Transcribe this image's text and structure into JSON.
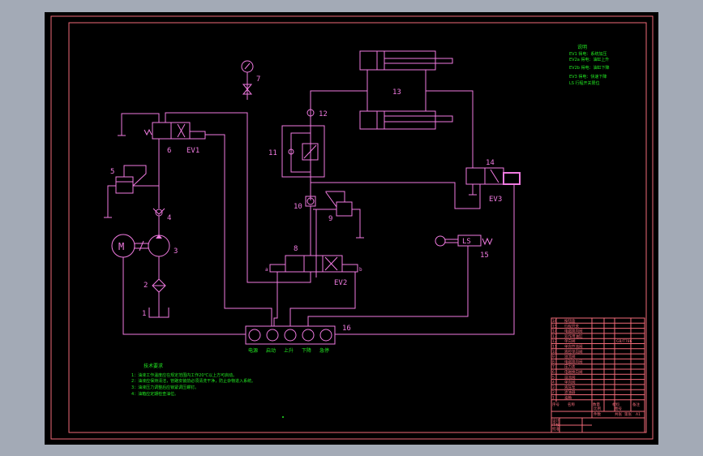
{
  "components": {
    "c1": "1",
    "c2": "2",
    "c3": "3",
    "c4": "4",
    "c5": "5",
    "c6": "6",
    "c7": "7",
    "c8": "8",
    "c9": "9",
    "c10": "10",
    "c11": "11",
    "c12": "12",
    "c13": "13",
    "c14": "14",
    "c15": "15",
    "c16": "16",
    "ev1": "EV1",
    "ev2": "EV2",
    "ev3": "EV3",
    "ls": "LS",
    "motor": "M",
    "port_a": "a",
    "port_b": "b"
  },
  "buttons": [
    "电源",
    "启动",
    "上升",
    "下降",
    "急停"
  ],
  "legend_top": {
    "title": "说明",
    "lines": [
      "EV1 得电：系统加压",
      "EV2a 得电：油缸上升",
      "EV2b 得电：油缸下降",
      "EV3 得电：快速下降",
      "LS 行程开关限位"
    ]
  },
  "notes": {
    "title": "技术要求",
    "lines": [
      "1：油液工作温度应在规定范围内工作20℃以上方可启动。",
      "2：油液应保持清洁，管路安装前必须清洗干净，防止杂物进入系统。",
      "3：油液压力调整后应锁紧调压螺钉。",
      "4：油箱应定期检查油位。"
    ]
  },
  "title_block": {
    "rows": [
      "16",
      "15",
      "14",
      "13",
      "12",
      "11",
      "10",
      "9",
      "8",
      "7",
      "6",
      "5",
      "4",
      "3",
      "2",
      "1"
    ],
    "names": [
      "按钮盒",
      "行程开关",
      "电磁换向阀",
      "双作用油缸",
      "单向阀",
      "单向节流阀",
      "液控单向阀",
      "溢流阀",
      "电磁换向阀",
      "压力表",
      "电磁换向阀",
      "溢流阀",
      "单向阀",
      "液压泵",
      "滤油器",
      "油箱"
    ],
    "part_code": "GB/T786",
    "header": [
      "序号",
      "名称",
      "数量",
      "材料",
      "备注"
    ],
    "block": [
      "比例",
      "图号",
      "件数",
      "共张",
      "第张",
      "A1"
    ],
    "sign": [
      "设计",
      "审核",
      "批准"
    ]
  },
  "colors": {
    "line": "#f07ae0",
    "frame": "#f06a78",
    "text_green": "#22e822",
    "background": "#000000",
    "outside": "#a3aab6"
  }
}
